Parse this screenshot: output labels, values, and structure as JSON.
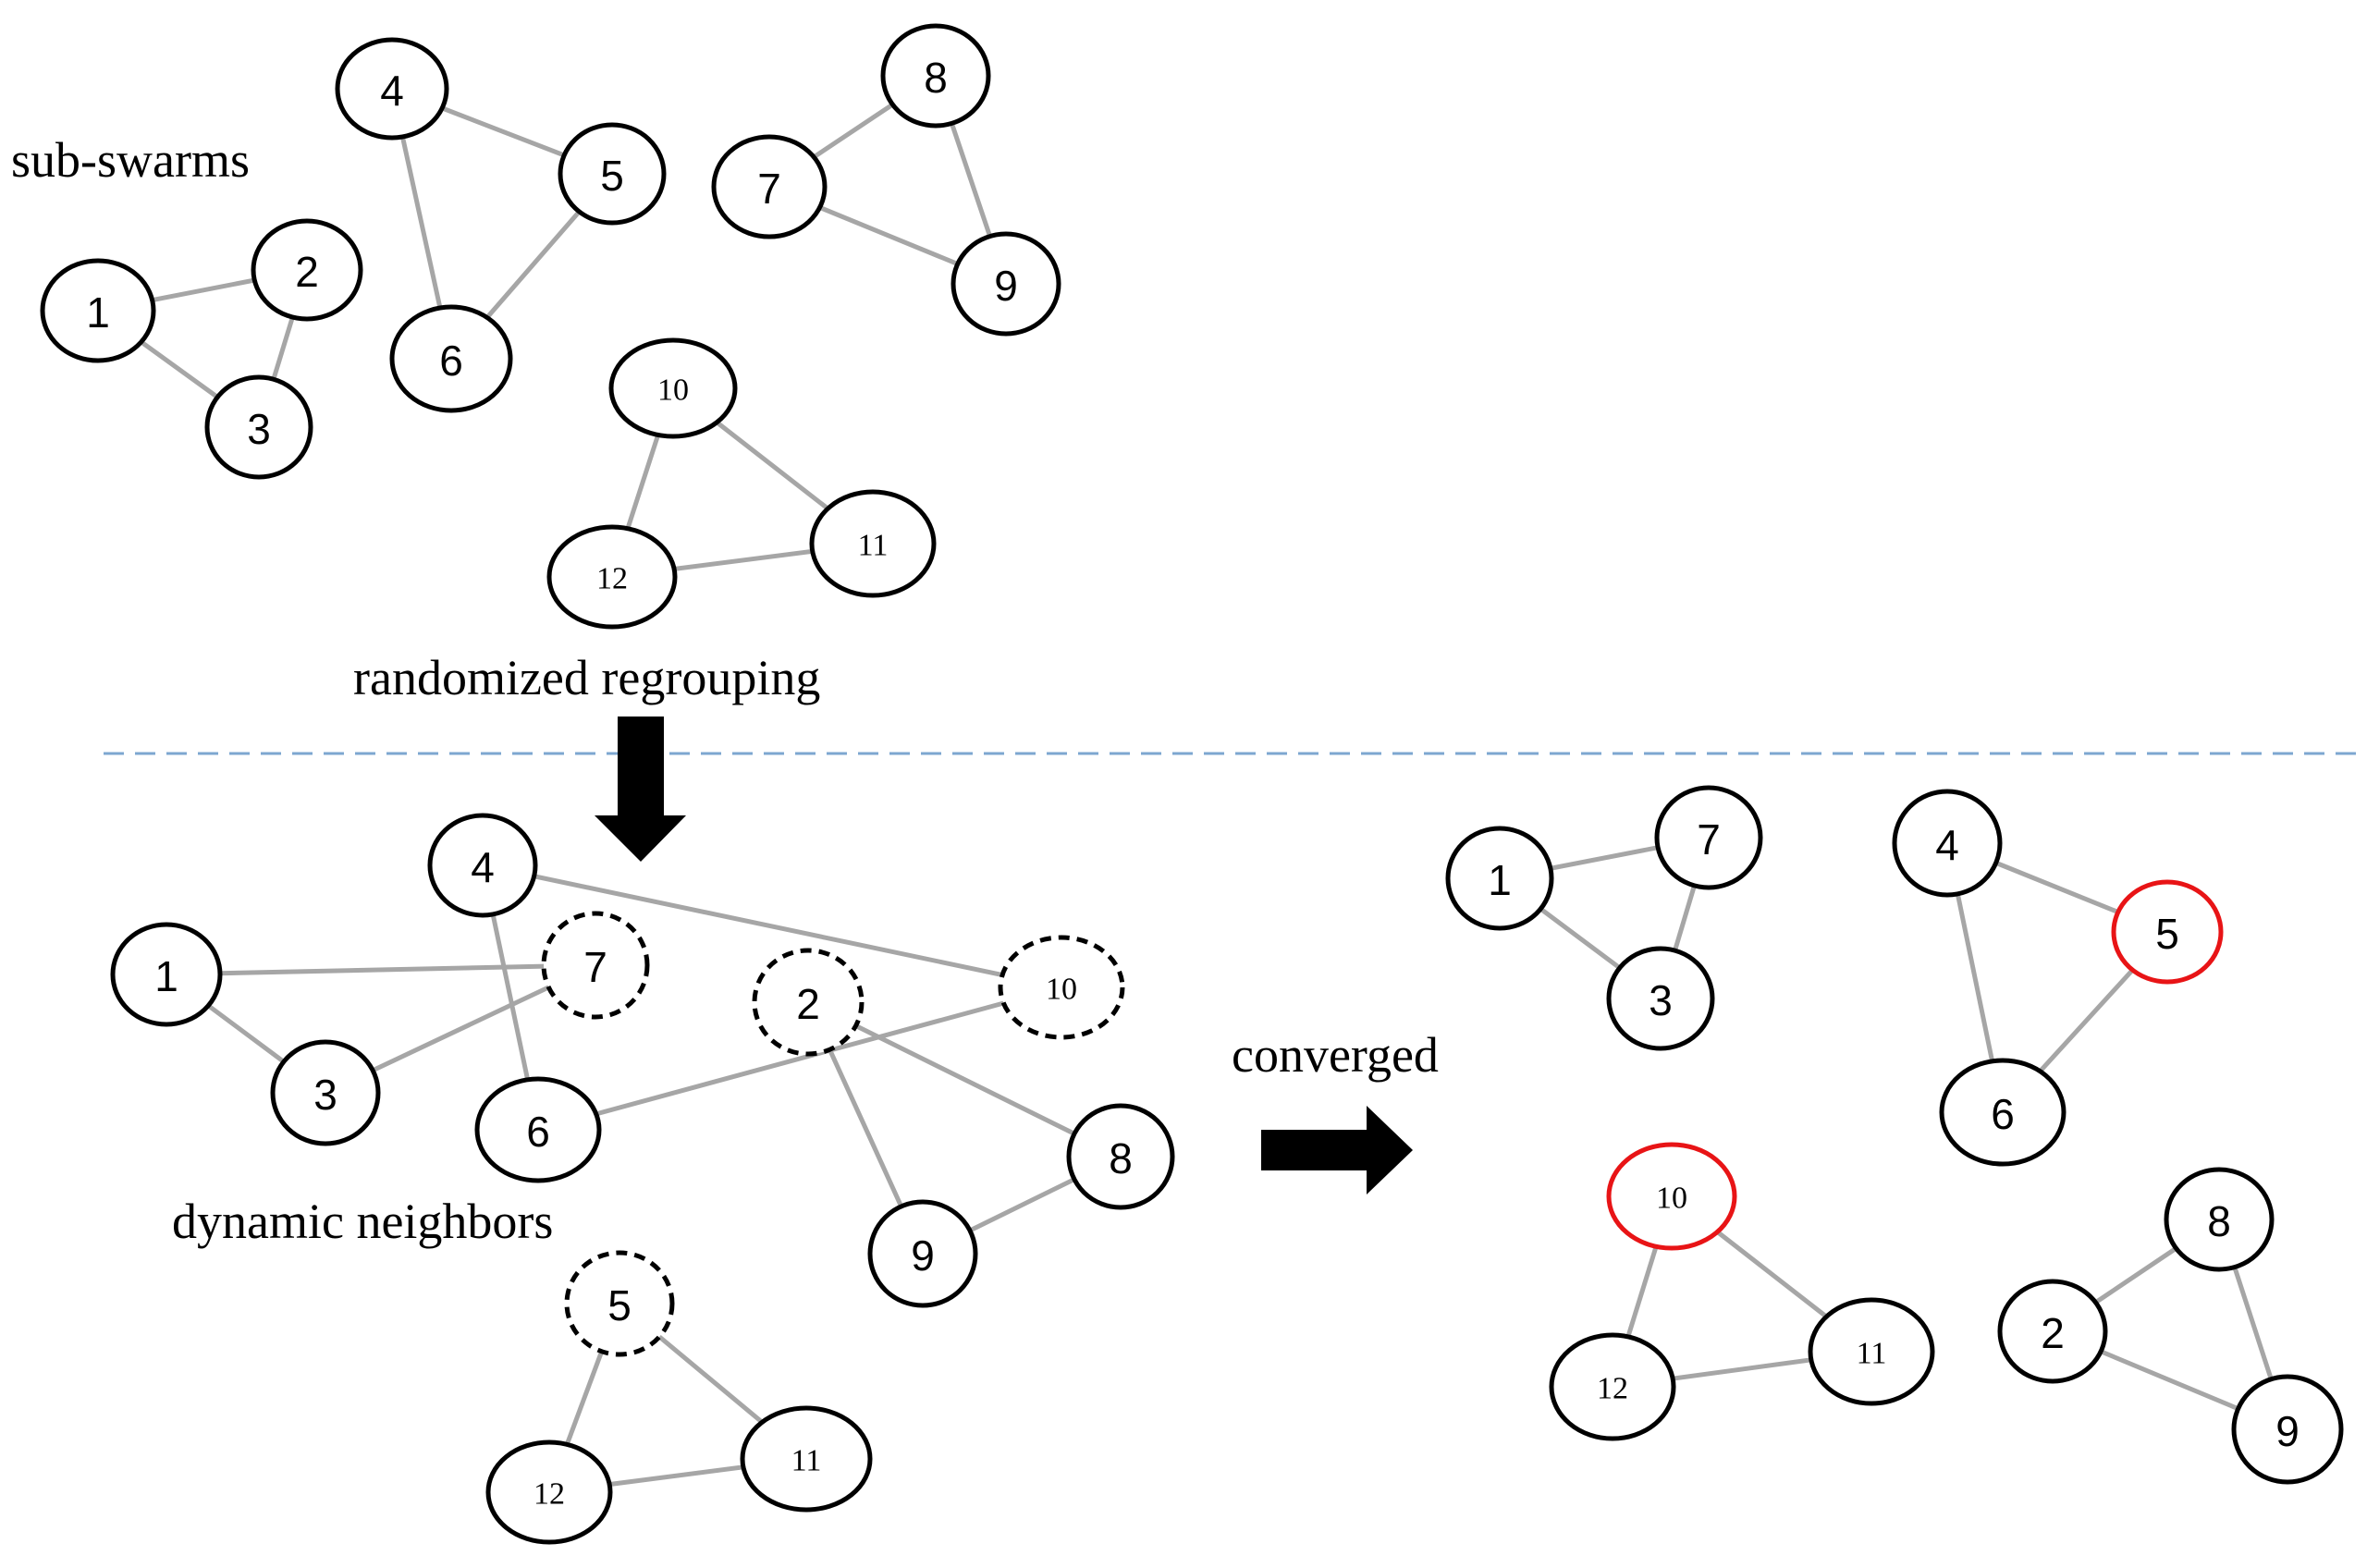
{
  "labels": {
    "sub_swarms": "sub-swarms",
    "randomized_regrouping": "randomized regrouping",
    "dynamic_neighbors": "dynamic neighbors",
    "converged": "converged"
  },
  "colors": {
    "edge": "#a6a6a6",
    "node_border": "#000000",
    "highlight": "#e81416",
    "divider": "#7da7d0",
    "arrow": "#000000"
  },
  "panels": {
    "sub_swarms": {
      "groups": [
        {
          "nodes": [
            "1",
            "2",
            "3"
          ],
          "edges": [
            [
              "1",
              "2"
            ],
            [
              "2",
              "3"
            ],
            [
              "1",
              "3"
            ]
          ]
        },
        {
          "nodes": [
            "4",
            "5",
            "6"
          ],
          "edges": [
            [
              "4",
              "5"
            ],
            [
              "5",
              "6"
            ],
            [
              "4",
              "6"
            ]
          ]
        },
        {
          "nodes": [
            "7",
            "8",
            "9"
          ],
          "edges": [
            [
              "7",
              "8"
            ],
            [
              "8",
              "9"
            ],
            [
              "7",
              "9"
            ]
          ]
        },
        {
          "nodes": [
            "10",
            "11",
            "12"
          ],
          "edges": [
            [
              "10",
              "11"
            ],
            [
              "11",
              "12"
            ],
            [
              "10",
              "12"
            ]
          ]
        }
      ]
    },
    "dynamic_neighbors": {
      "neighbor_nodes_dashed": [
        "7",
        "2",
        "10",
        "5"
      ],
      "edges": [
        [
          "1",
          "7"
        ],
        [
          "1",
          "3"
        ],
        [
          "3",
          "7"
        ],
        [
          "4",
          "10"
        ],
        [
          "4",
          "6"
        ],
        [
          "6",
          "10"
        ],
        [
          "2",
          "8"
        ],
        [
          "2",
          "9"
        ],
        [
          "9",
          "8"
        ],
        [
          "5",
          "12"
        ],
        [
          "5",
          "11"
        ],
        [
          "12",
          "11"
        ]
      ]
    },
    "converged": {
      "groups": [
        {
          "nodes": [
            "1",
            "7",
            "3"
          ],
          "edges": [
            [
              "1",
              "7"
            ],
            [
              "7",
              "3"
            ],
            [
              "1",
              "3"
            ]
          ]
        },
        {
          "nodes": [
            "4",
            "5",
            "6"
          ],
          "edges": [
            [
              "4",
              "5"
            ],
            [
              "5",
              "6"
            ],
            [
              "4",
              "6"
            ]
          ]
        },
        {
          "nodes": [
            "10",
            "11",
            "12"
          ],
          "edges": [
            [
              "10",
              "11"
            ],
            [
              "11",
              "12"
            ],
            [
              "10",
              "12"
            ]
          ]
        },
        {
          "nodes": [
            "8",
            "2",
            "9"
          ],
          "edges": [
            [
              "8",
              "2"
            ],
            [
              "8",
              "9"
            ],
            [
              "2",
              "9"
            ]
          ]
        }
      ],
      "highlighted_nodes": [
        "5",
        "10"
      ]
    }
  },
  "icons": [
    "arrow-down-icon",
    "arrow-right-icon"
  ]
}
